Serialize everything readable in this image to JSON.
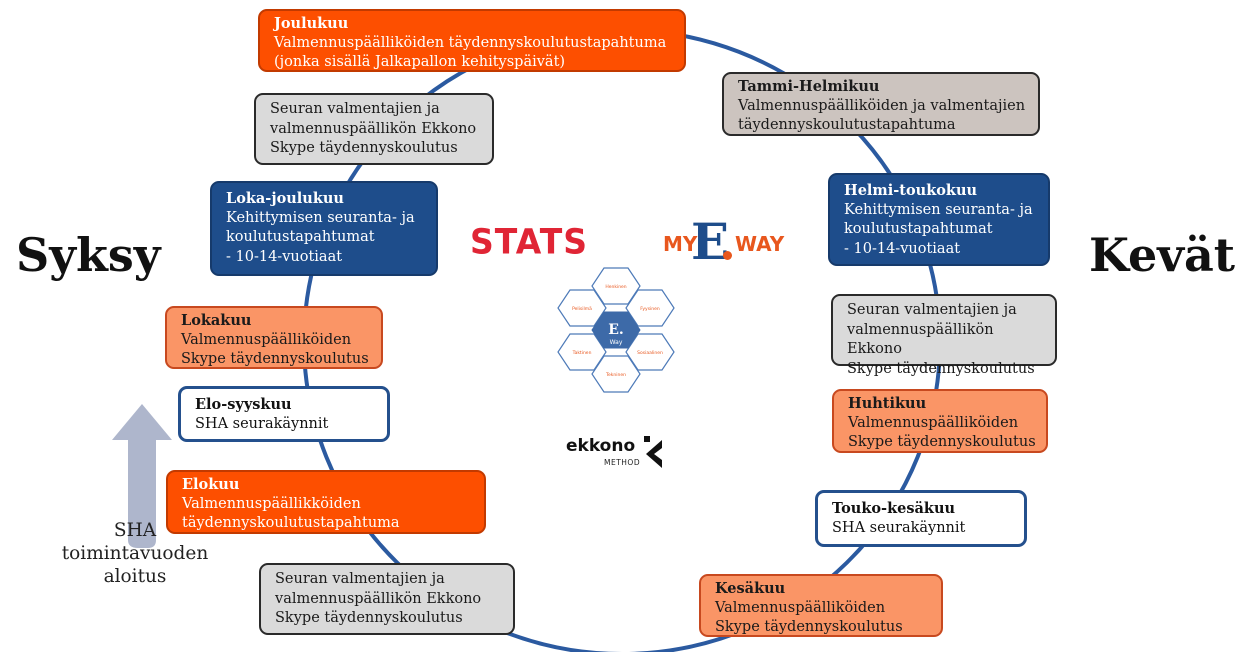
{
  "seasons": {
    "left": "Syksy",
    "right": "Kevät"
  },
  "start_label": "SHA\ntoimintavuoden\naloitus",
  "colors": {
    "ring": "#2b5aa0",
    "dark_orange": "#fd4f00",
    "light_orange": "#fa9566",
    "grey": "#dadada",
    "navy": "#1e4d8b",
    "arrow": "#aeb6cc"
  },
  "events": {
    "joulukuu": {
      "title": "Joulukuu",
      "body": "Valmennuspäälliköiden täydennyskoulutustapahtuma\n(jonka sisällä Jalkapallon kehityspäivät)"
    },
    "skype_ylempi": {
      "title": "",
      "body": "Seuran valmentajien ja\nvalmennuspäällikön Ekkono\nSkype täydennyskoulutus"
    },
    "loka_joulukuu": {
      "title": "Loka-joulukuu",
      "body": "Kehittymisen seuranta- ja\nkoulutustapahtumat\n- 10-14-vuotiaat"
    },
    "lokakuu": {
      "title": "Lokakuu",
      "body": "Valmennuspäälliköiden\nSkype täydennyskoulutus"
    },
    "elo_syyskuu": {
      "title": "Elo-syyskuu",
      "body": "SHA seurakäynnit"
    },
    "elokuu": {
      "title": "Elokuu",
      "body": "Valmennuspäällikköiden\ntäydennyskoulutustapahtuma"
    },
    "skype_alempi": {
      "title": "",
      "body": "Seuran valmentajien ja\nvalmennuspäällikön Ekkono\nSkype täydennyskoulutus"
    },
    "tammi_helmikuu": {
      "title": "Tammi-Helmikuu",
      "body": "Valmennuspäälliköiden ja valmentajien\ntäydennyskoulutustapahtuma"
    },
    "helmi_toukokuu": {
      "title": "Helmi-toukokuu",
      "body": "Kehittymisen seuranta- ja\nkoulutustapahtumat\n- 10-14-vuotiaat"
    },
    "skype_oikea": {
      "title": "",
      "body": "Seuran valmentajien ja\nvalmennuspäällikön Ekkono\nSkype täydennyskoulutus"
    },
    "huhtikuu": {
      "title": "Huhtikuu",
      "body": "Valmennuspäälliköiden\nSkype täydennyskoulutus"
    },
    "touko_kesakuu": {
      "title": "Touko-kesäkuu",
      "body": "SHA seurakäynnit"
    },
    "kesakuu": {
      "title": "Kesäkuu",
      "body": "Valmennuspäälliköiden\nSkype täydennyskoulutus"
    }
  },
  "logos": {
    "stats": "STATS",
    "myeway": {
      "my": "MY",
      "e": "E",
      "way": "WAY"
    },
    "hex_center": {
      "letter": "E.",
      "word": "Way"
    },
    "hex_petals": [
      "Henkinen",
      "Fyysinen",
      "Sosiaalinen",
      "Tekninen",
      "Taktinen",
      "Pelisilmä"
    ],
    "ekkono": {
      "name": "ekkono",
      "sub": "METHOD"
    }
  }
}
